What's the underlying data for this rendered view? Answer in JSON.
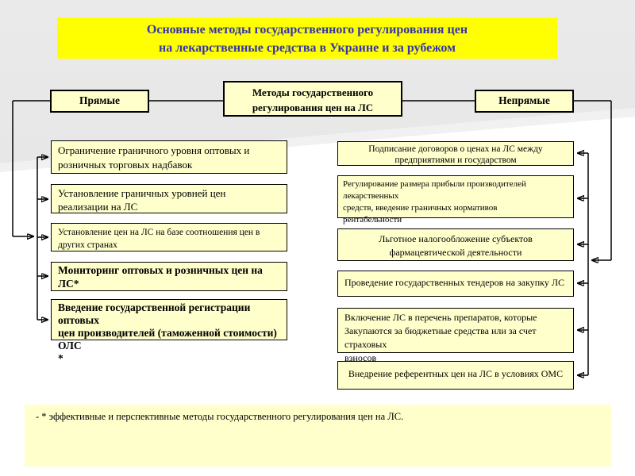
{
  "title": "Основные методы государственного регулирования цен\nна лекарственные средства в Украине и за рубежом",
  "root": {
    "label": "Методы государственного\nрегулирования  цен на ЛС"
  },
  "branches": {
    "direct": {
      "label": "Прямые",
      "items": [
        {
          "text": "Ограничение граничного уровня оптовых  и\nрозничных торговых надбавок"
        },
        {
          "text": "Установление  граничных  уровней цен\nреализации на ЛС"
        },
        {
          "text": "Установление цен на ЛС  на базе соотношения цен в\nдругих странах"
        },
        {
          "text": "Мониторинг   оптовых  и розничных  цен  на\nЛС*"
        },
        {
          "text": "Введение государственной  регистрации  оптовых\nцен производителей (таможенной  стоимости) ОЛС\n*"
        }
      ]
    },
    "indirect": {
      "label": "Непрямые",
      "items": [
        {
          "text": "Подписание договоров о ценах на ЛС между\nпредприятиями и государством"
        },
        {
          "text": "Регулирование  размера  прибыли производителей  лекарственных\nсредств,  введение  граничных  нормативов\nрентабельности"
        },
        {
          "text": "Льготное налогообложение субъектов\nфармацевтической деятельности"
        },
        {
          "text": "Проведение государственных тендеров на закупку  ЛС"
        },
        {
          "text": "Включение  ЛС  в перечень препаратов, которые\nЗакупаются  за  бюджетные  средства или  за счет страховых\nвзносов"
        },
        {
          "text": "Внедрение референтных цен на ЛС в условиях ОМС"
        }
      ]
    }
  },
  "footnote": "- * эффективные и перспективные  методы государственного  регулирования цен на ЛС.",
  "colors": {
    "banner_bg": "#FFFF00",
    "banner_text": "#3434AE",
    "node_bg": "#FFFFCC",
    "line": "#000000",
    "background_top": "#E6E6E6"
  }
}
